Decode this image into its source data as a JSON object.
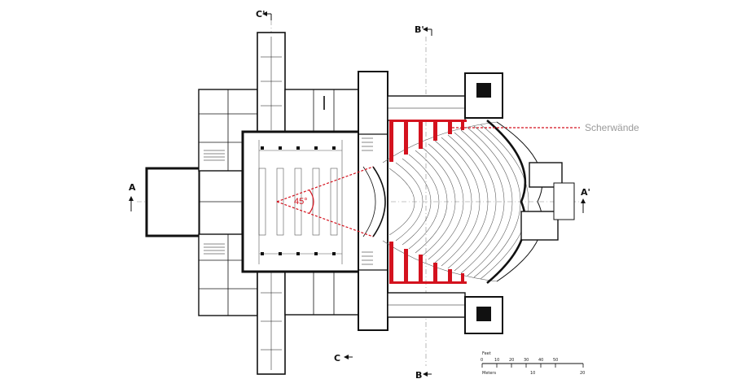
{
  "colors": {
    "ink": "#111111",
    "accent": "#d4121e",
    "annotation_text": "#9a9a9a",
    "background": "#ffffff"
  },
  "section_marks": {
    "a_left": "A",
    "a_right": "A'",
    "b_bottom": "B",
    "b_top": "B'",
    "c_bottom": "C",
    "c_top": "C'"
  },
  "annotations": {
    "shear_walls": "Scherwände",
    "angle": "45°"
  },
  "scale_bar": {
    "feet_label": "Feet",
    "feet_ticks": [
      "0",
      "10",
      "20",
      "30",
      "40",
      "50"
    ],
    "meters_label": "Meters",
    "meter_ticks": [
      "10",
      "20"
    ]
  }
}
